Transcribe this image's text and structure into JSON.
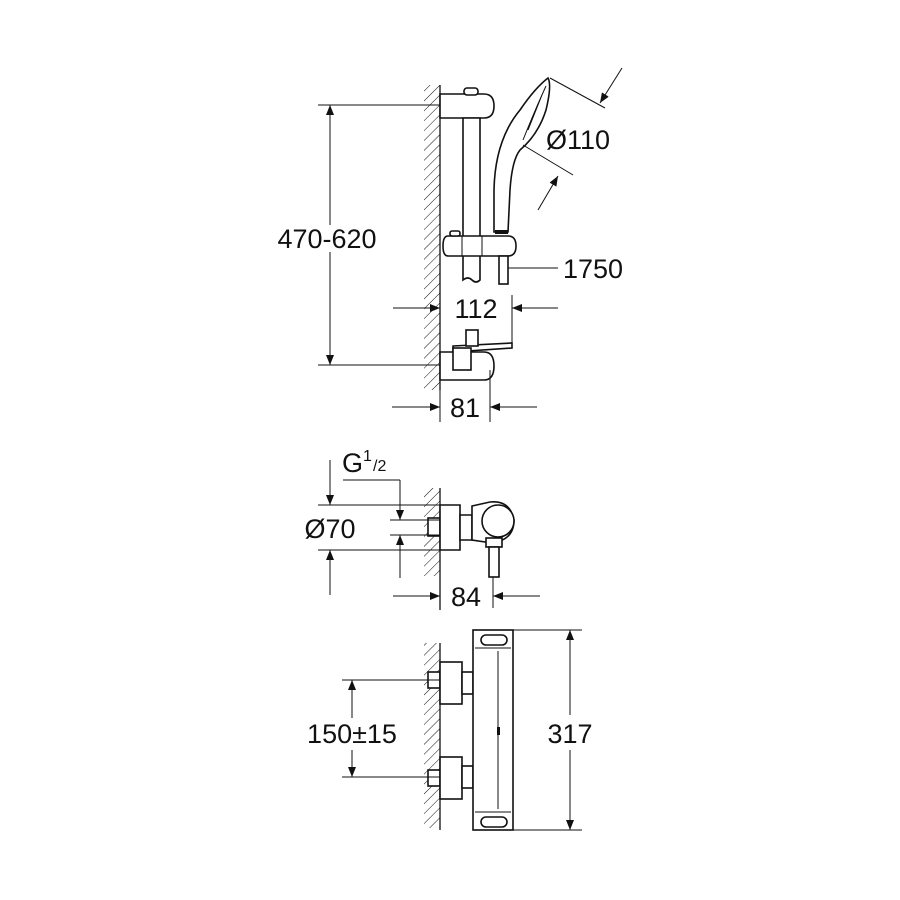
{
  "title": "Shower system dimension drawing",
  "colors": {
    "line": "#111111",
    "background": "#ffffff"
  },
  "top_view": {
    "height_range": "470-620",
    "handshower_diameter": "Ø110",
    "hose_length": "1750",
    "slider_projection": "112",
    "bracket_projection": "81"
  },
  "side_view": {
    "thread_letter": "G",
    "thread_num": "1",
    "thread_den": "/2",
    "diameter": "Ø70",
    "projection": "84"
  },
  "front_view": {
    "inlet_spacing": "150±15",
    "height": "317"
  }
}
